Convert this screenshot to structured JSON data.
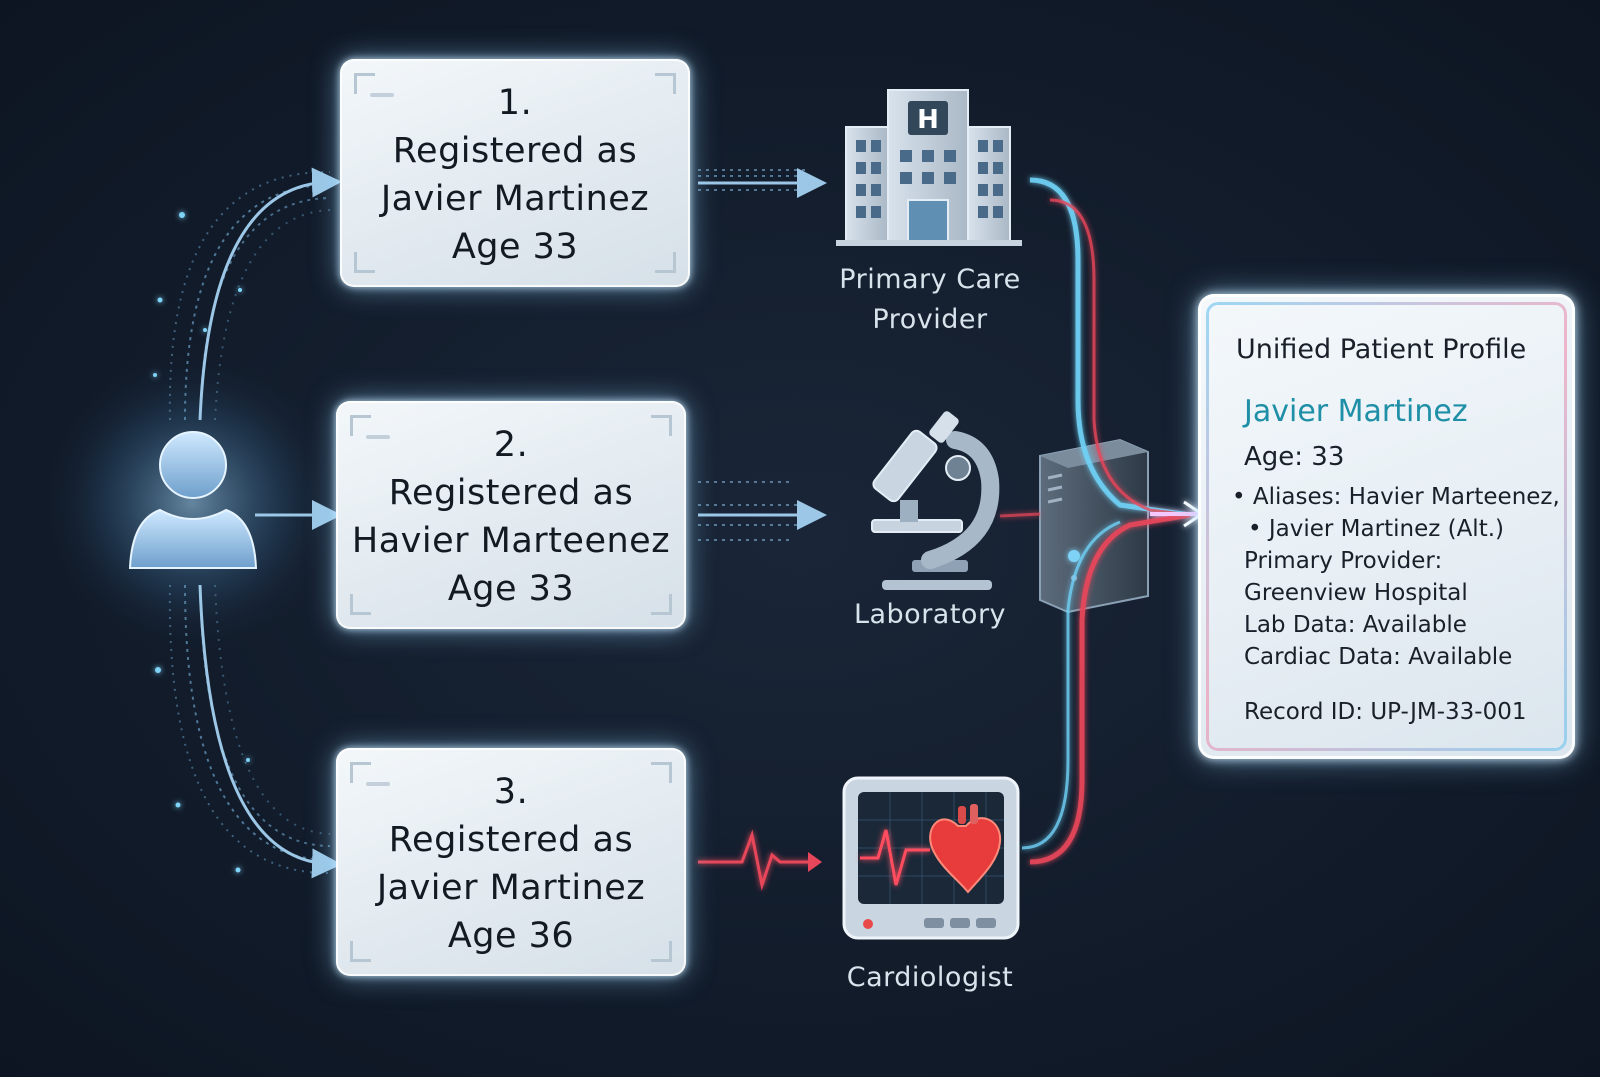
{
  "records": [
    {
      "number": "1.",
      "line1": "Registered as",
      "name": "Javier Martinez",
      "age": "Age 33"
    },
    {
      "number": "2.",
      "line1": "Registered as",
      "name": "Havier Marteenez",
      "age": "Age 33"
    },
    {
      "number": "3.",
      "line1": "Registered as",
      "name": "Javier Martinez",
      "age": "Age 36"
    }
  ],
  "providers": {
    "primary_care": {
      "line1": "Primary Care",
      "line2": "Provider",
      "icon": "hospital-icon"
    },
    "laboratory": {
      "label": "Laboratory",
      "icon": "microscope-icon"
    },
    "cardiologist": {
      "label": "Cardiologist",
      "icon": "heart-monitor-icon"
    }
  },
  "hospital_sign": "H",
  "profile": {
    "title": "Unified Patient Profile",
    "name": "Javier Martinez",
    "age": "Age: 33",
    "aliases_line1": "Aliases: Havier Marteenez,",
    "aliases_line2": "Javier Martinez (Alt.)",
    "primary_provider_label": "Primary Provider:",
    "primary_provider_value": "Greenview Hospital",
    "lab_data": "Lab Data: Available",
    "cardiac_data": "Cardiac Data: Available",
    "record_id": "Record ID: UP-JM-33-001"
  },
  "colors": {
    "background": "#121c2b",
    "flow_blue": "#6fd0f5",
    "flow_red": "#e8465a",
    "profile_name": "#1e8fa6"
  }
}
